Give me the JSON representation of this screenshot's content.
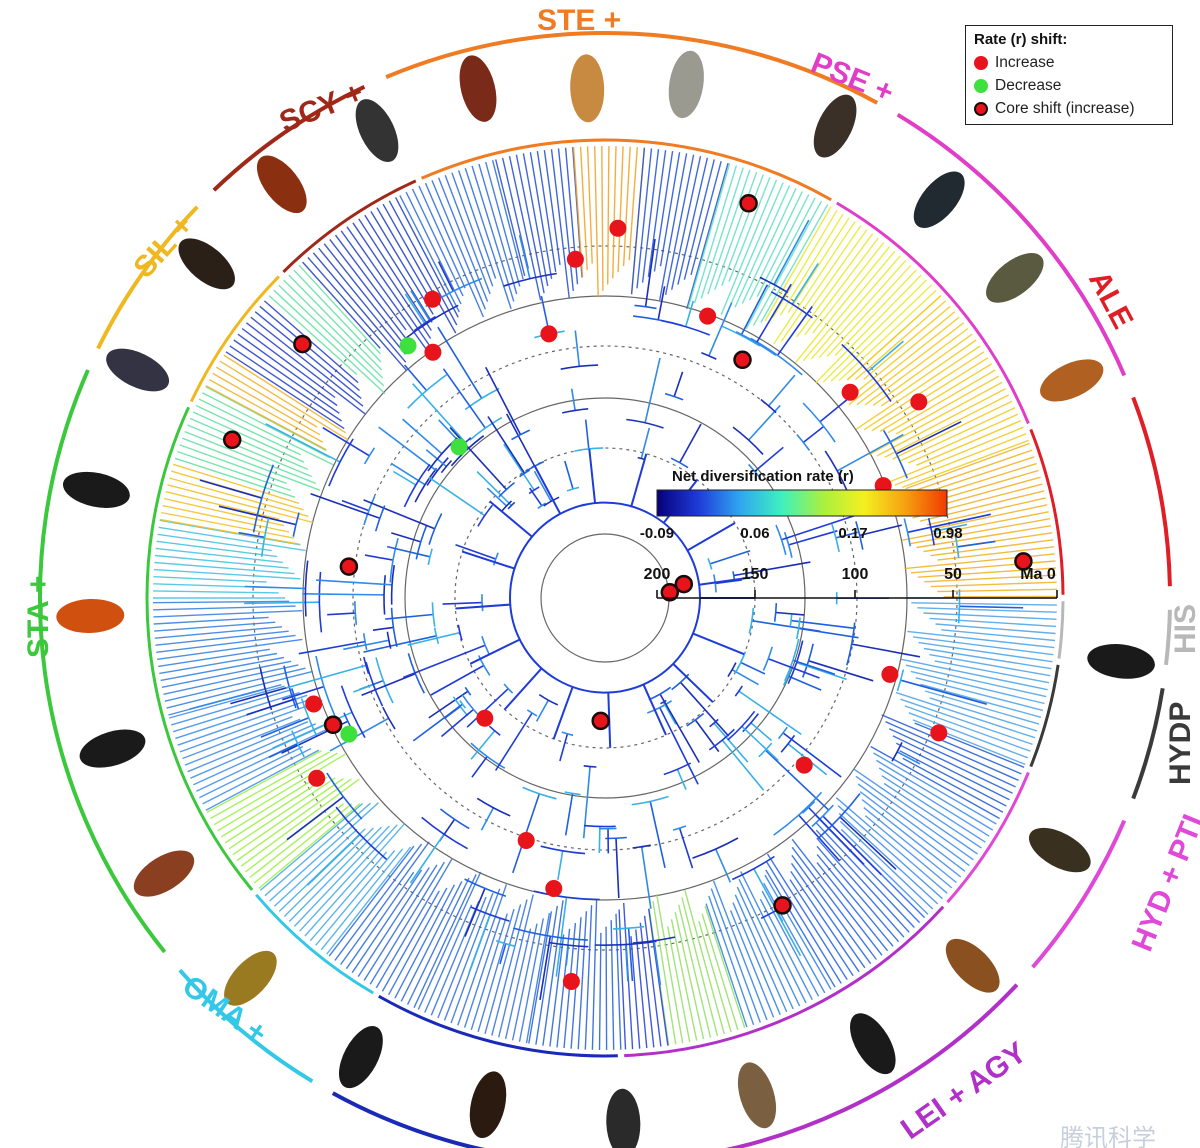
{
  "legend": {
    "title": "Rate (r) shift:",
    "items": [
      {
        "label": "Increase",
        "fill": "#e8141b",
        "stroke": "#e8141b"
      },
      {
        "label": "Decrease",
        "fill": "#3de03d",
        "stroke": "#3de03d"
      },
      {
        "label": "Core shift (increase)",
        "fill": "#e8141b",
        "stroke": "#1a0a0a"
      }
    ]
  },
  "colorbar": {
    "title": "Net diversification rate (r)",
    "ticks": [
      "-0.09",
      "0.06",
      "0.17",
      "0.98"
    ],
    "colors": [
      "#05007a",
      "#1f3bd8",
      "#2fa6f0",
      "#3ef0c0",
      "#a8f040",
      "#f4f020",
      "#f6a010",
      "#f03a00"
    ]
  },
  "time_axis": {
    "ticks": [
      "200",
      "150",
      "100",
      "50"
    ],
    "unit_label": "Ma 0"
  },
  "clades": [
    {
      "label": "STE +",
      "color": "#ef7b22"
    },
    {
      "label": "PSE +",
      "color": "#e03ec8"
    },
    {
      "label": "ALE",
      "color": "#e01e25"
    },
    {
      "label": "HIS",
      "color": "#b8b8b8"
    },
    {
      "label": "HYDP",
      "color": "#3a3a3a"
    },
    {
      "label": "HYD + PTI",
      "color": "#e048d8"
    },
    {
      "label": "LEI + AGY",
      "color": "#b030c8"
    },
    {
      "label": "OMA +",
      "color": "#34c8e8"
    },
    {
      "label": "STA +",
      "color": "#3cc83c"
    },
    {
      "label": "SIL +",
      "color": "#f0b820"
    },
    {
      "label": "SCY +",
      "color": "#a02818"
    }
  ],
  "watermark": "腾讯科学"
}
